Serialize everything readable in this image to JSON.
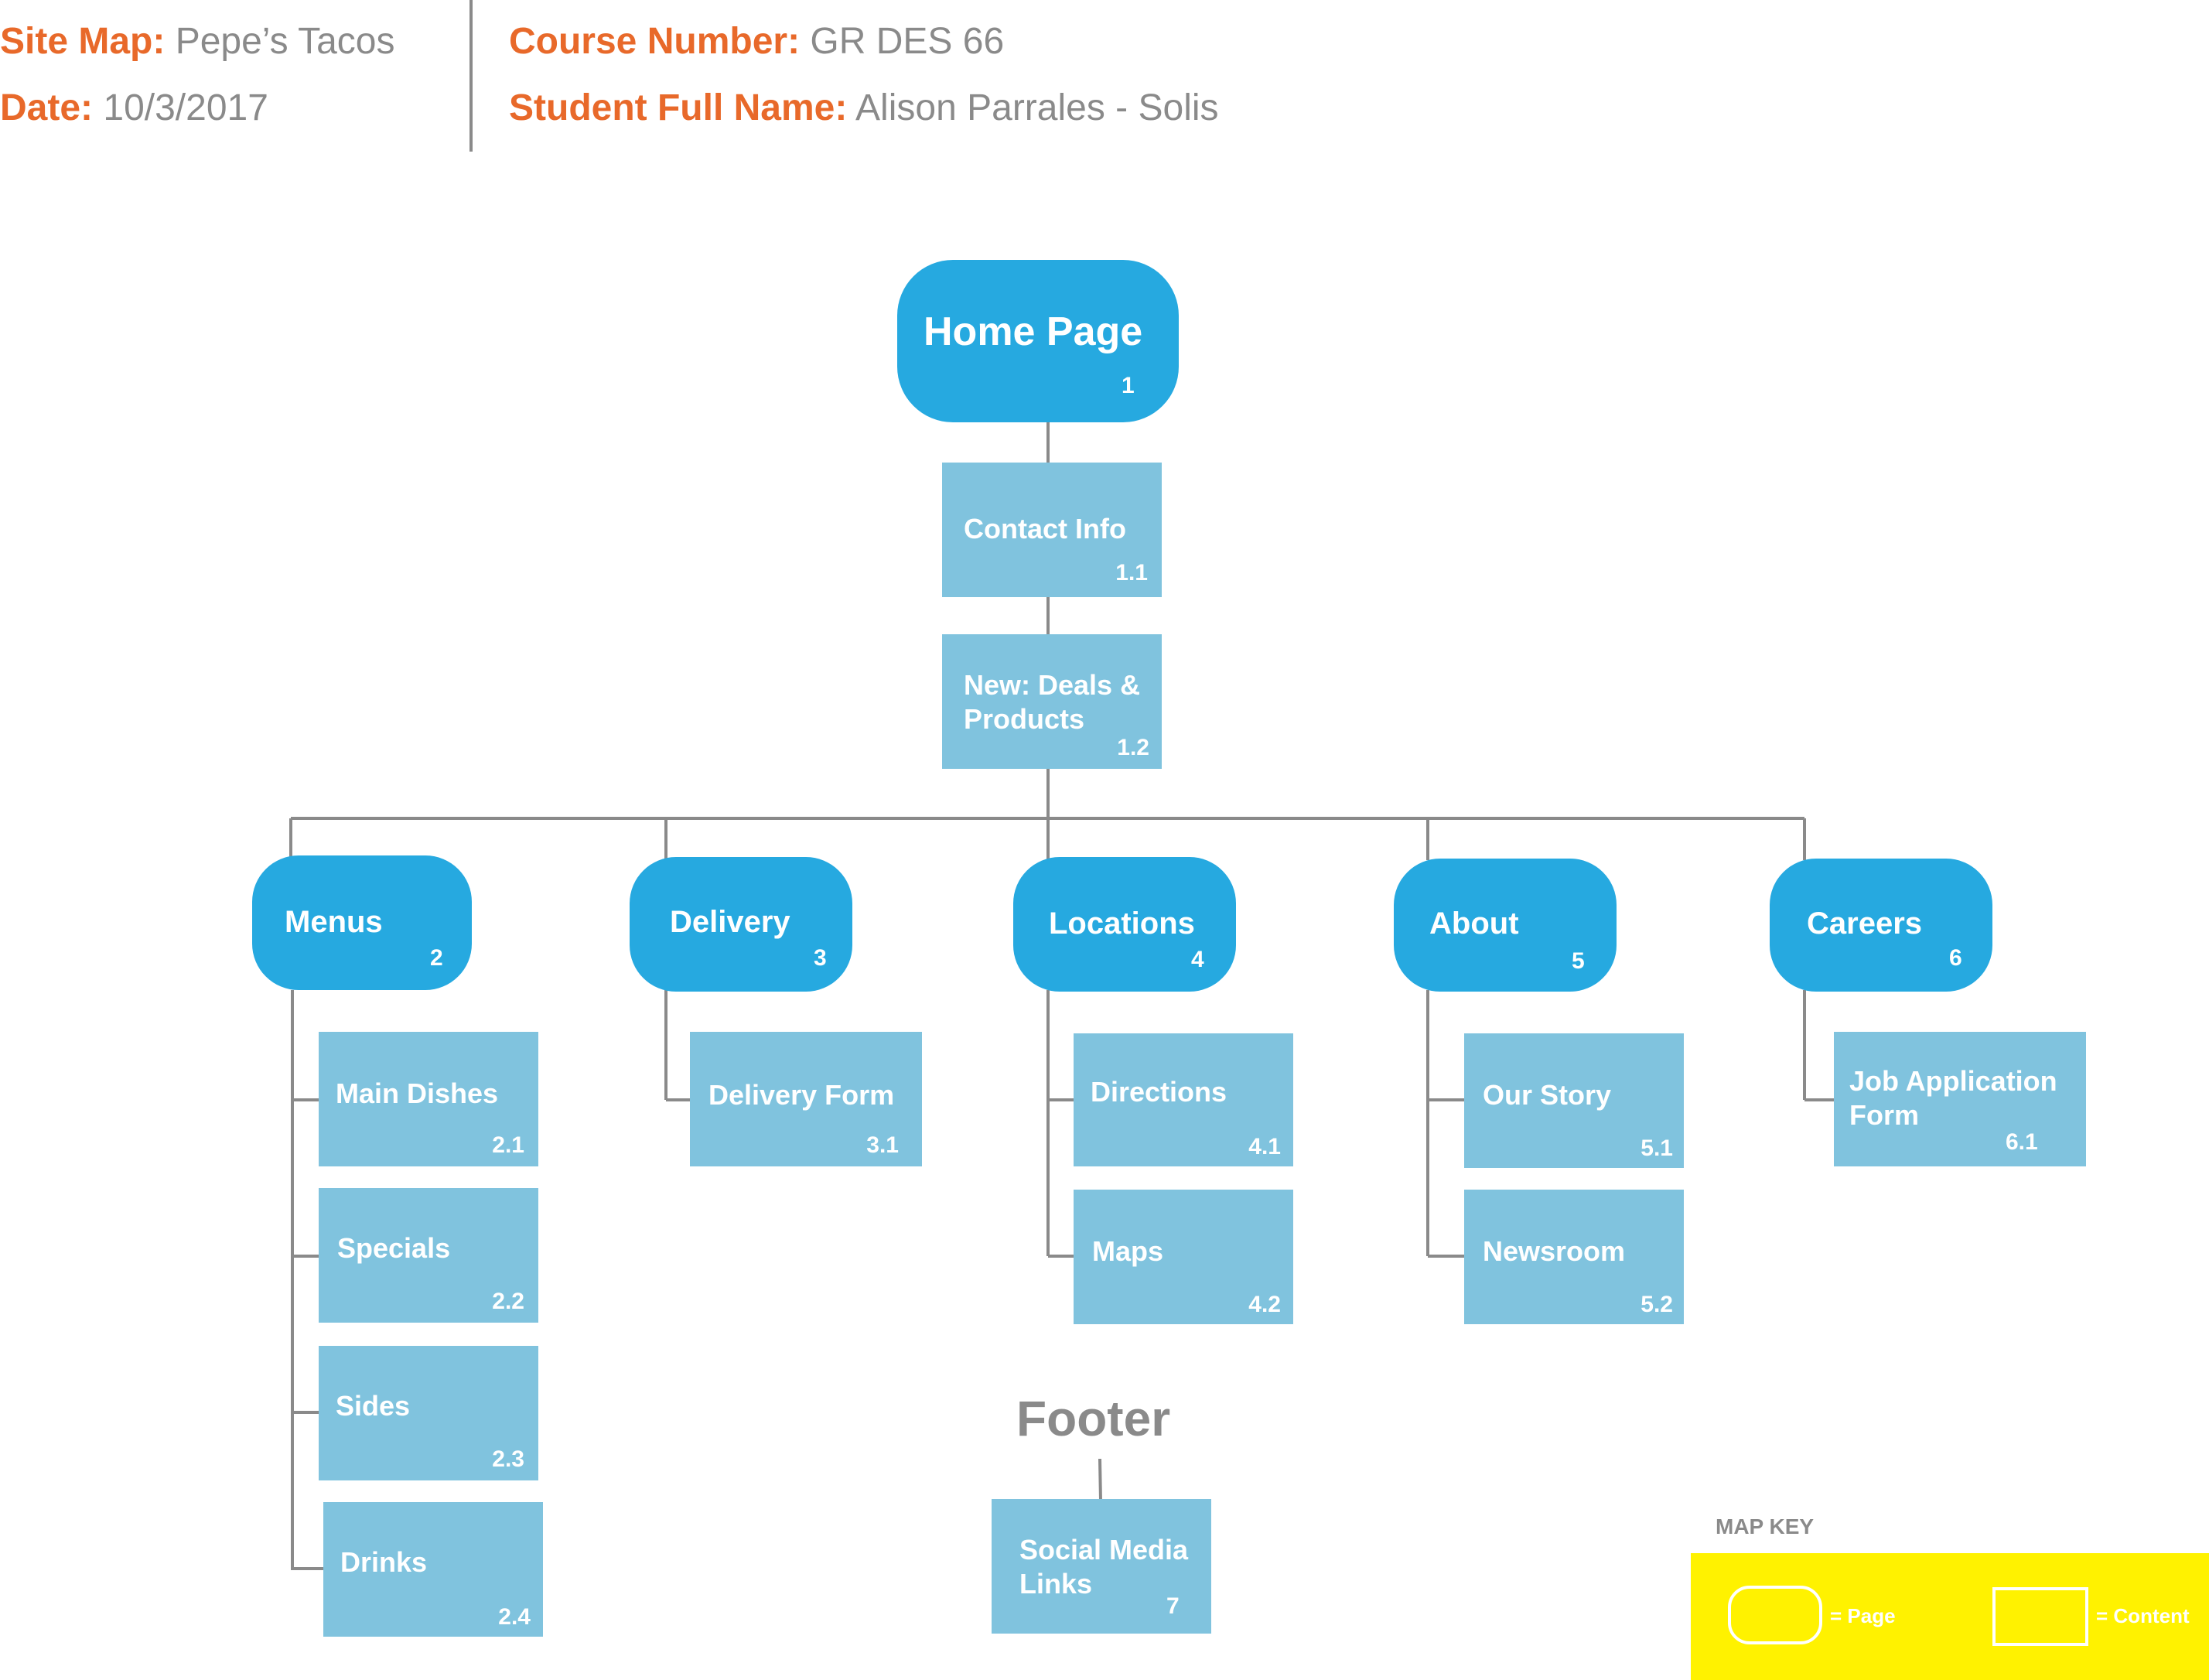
{
  "header": {
    "site_map_key": "Site Map:",
    "site_map_value": "Pepe’s Tacos",
    "date_key": "Date:",
    "date_value": "10/3/2017",
    "course_key": "Course Number:",
    "course_value": "GR DES 66",
    "student_key": "Student Full Name:",
    "student_value": "Alison Parrales - Solis"
  },
  "nodes": {
    "home": {
      "label": "Home Page",
      "num": "1"
    },
    "contact": {
      "label": "Contact Info",
      "num": "1.1"
    },
    "deals": {
      "label_line1": "New: Deals &",
      "label_line2": "Products",
      "num": "1.2"
    },
    "menus": {
      "label": "Menus",
      "num": "2"
    },
    "delivery": {
      "label": "Delivery",
      "num": "3"
    },
    "locations": {
      "label": "Locations",
      "num": "4"
    },
    "about": {
      "label": "About",
      "num": "5"
    },
    "careers": {
      "label": "Careers",
      "num": "6"
    },
    "main_dishes": {
      "label": "Main Dishes",
      "num": "2.1"
    },
    "specials": {
      "label": "Specials",
      "num": "2.2"
    },
    "sides": {
      "label": "Sides",
      "num": "2.3"
    },
    "drinks": {
      "label": "Drinks",
      "num": "2.4"
    },
    "delivery_form": {
      "label": "Delivery Form",
      "num": "3.1"
    },
    "directions": {
      "label": "Directions",
      "num": "4.1"
    },
    "maps": {
      "label": "Maps",
      "num": "4.2"
    },
    "our_story": {
      "label": "Our Story",
      "num": "5.1"
    },
    "newsroom": {
      "label": "Newsroom",
      "num": "5.2"
    },
    "job_app": {
      "label_line1": "Job Application",
      "label_line2": "Form",
      "num": "6.1"
    },
    "social": {
      "label_line1": "Social Media",
      "label_line2": "Links",
      "num": "7"
    }
  },
  "footer": {
    "title": "Footer"
  },
  "map_key": {
    "title": "MAP KEY",
    "page_label": "= Page",
    "content_label": "= Content"
  },
  "colors": {
    "page": "#26a9e0",
    "content": "#80c3de",
    "accent": "#e8692a",
    "key_bg": "#fff200",
    "line": "#8a8a8a"
  }
}
